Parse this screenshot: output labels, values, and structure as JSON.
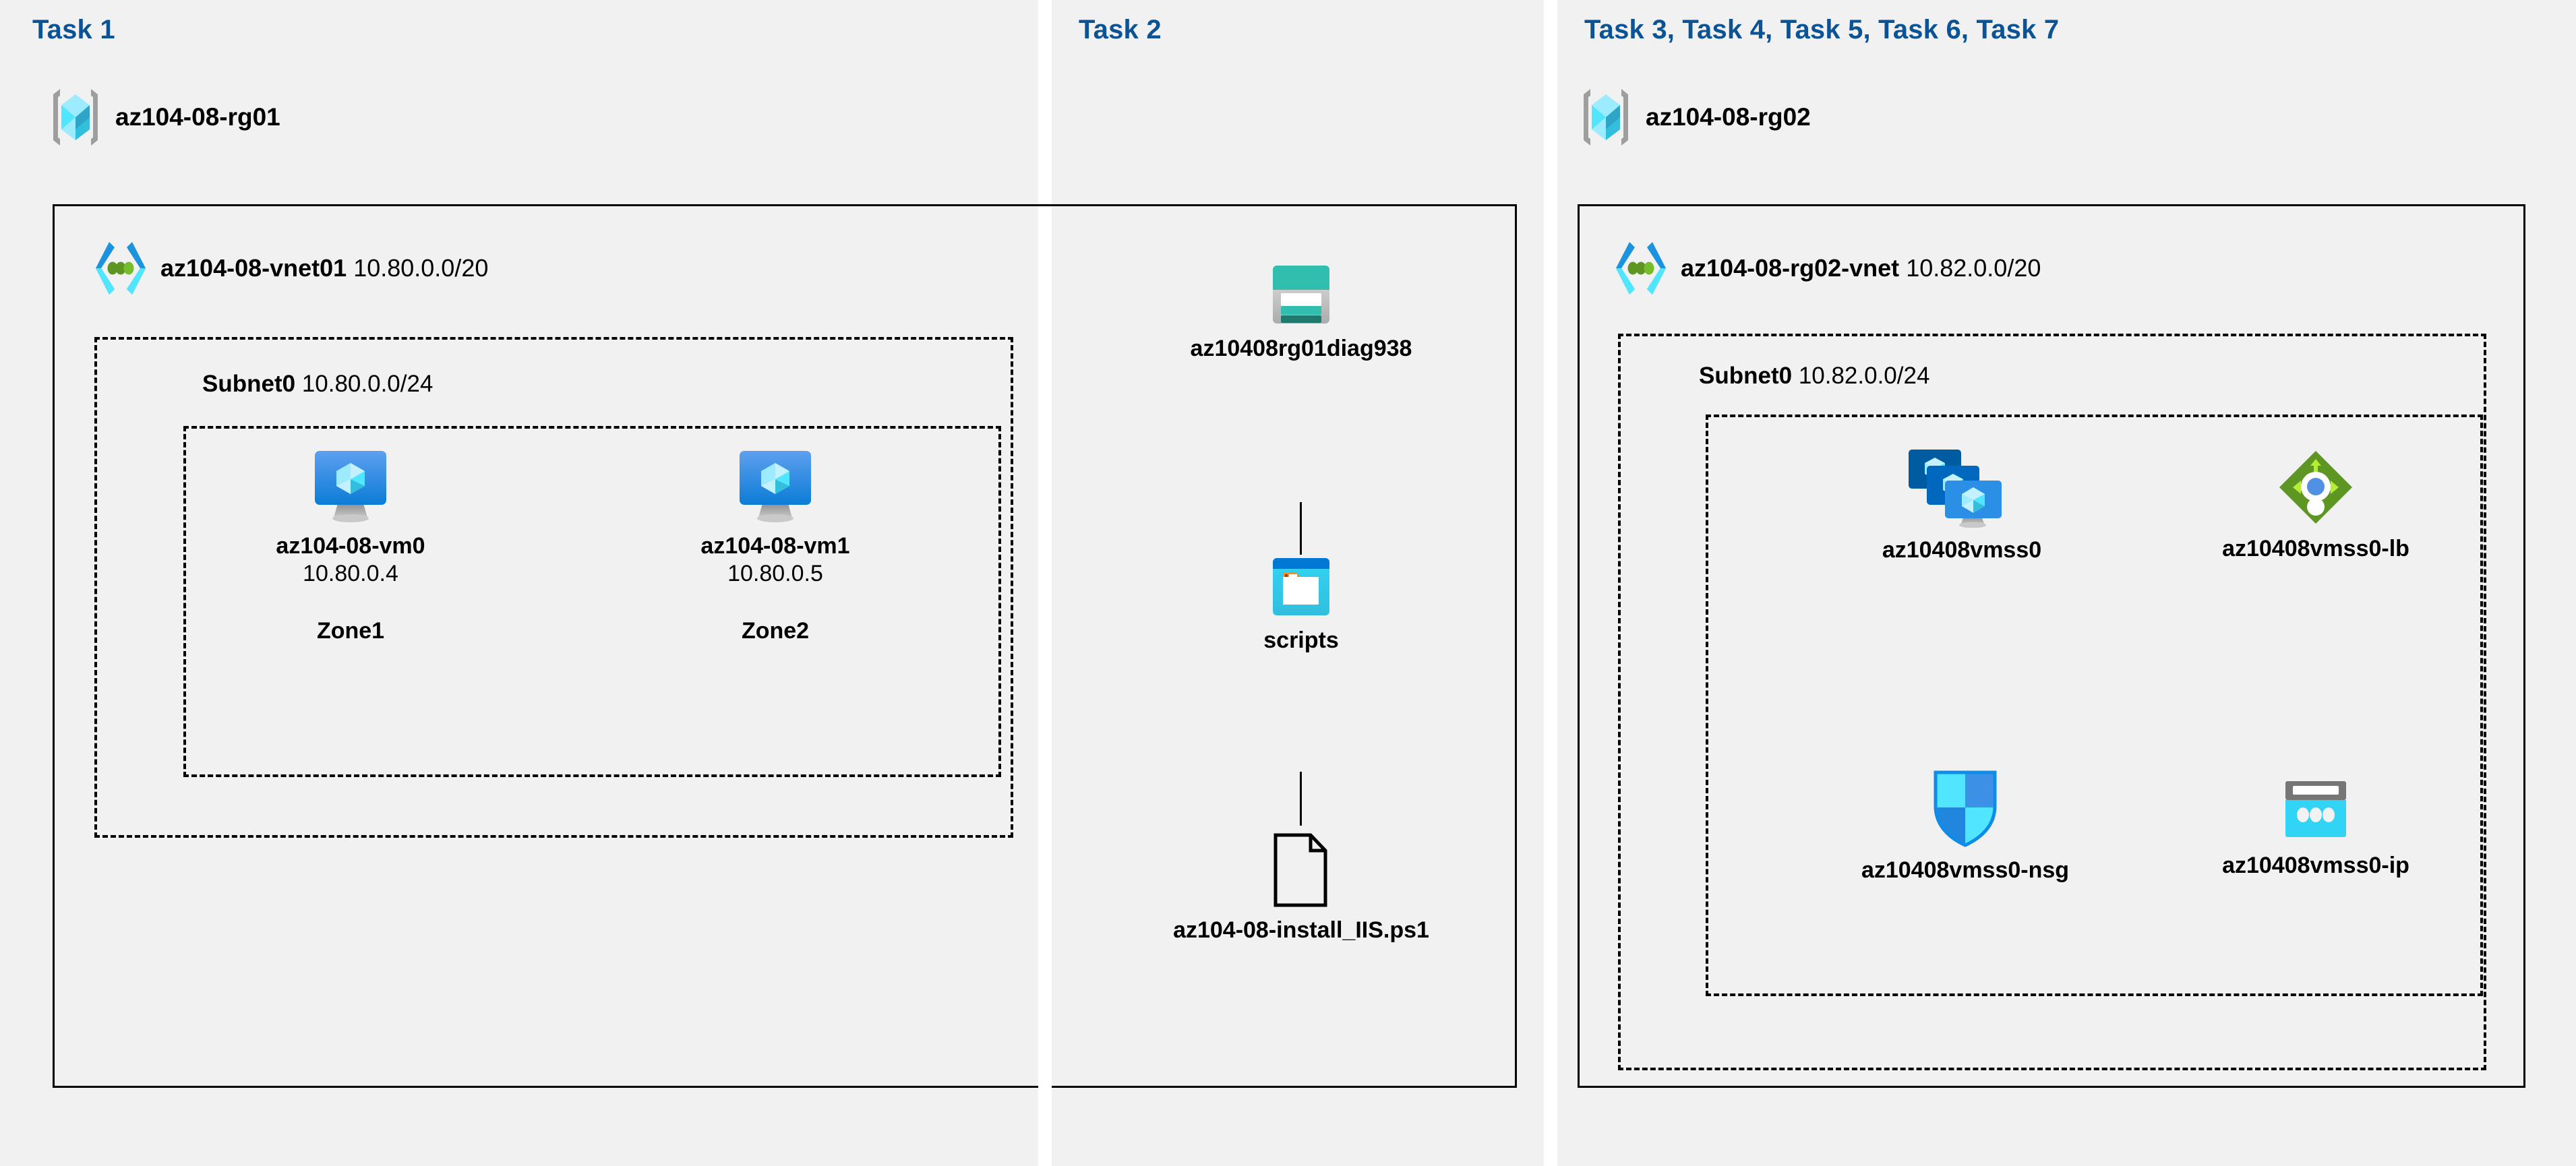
{
  "panels": [
    {
      "id": "task1",
      "title": "Task 1"
    },
    {
      "id": "task2",
      "title": "Task 2"
    },
    {
      "id": "task3",
      "title": "Task 3, Task 4, Task 5, Task 6, Task 7"
    }
  ],
  "colors": {
    "task_title": "#0B5394",
    "panel_background": "#f1f1f1",
    "page_background": "#ffffff",
    "border": "#000000",
    "azure_blue": "#0078D4",
    "azure_cyan": "#50E6FF",
    "storage_teal": "#32BEAF",
    "lb_green": "#5E9624",
    "nsg_blue": "#0078D4",
    "folder_orange": "#F78D1E",
    "stand_gray": "#A0A0A0"
  },
  "resource_groups": [
    {
      "name": "az104-08-rg01",
      "icon": "resource-group-icon"
    },
    {
      "name": "az104-08-rg02",
      "icon": "resource-group-icon"
    }
  ],
  "vnets": [
    {
      "name": "az104-08-vnet01",
      "cidr": "10.80.0.0/20",
      "icon": "virtual-network-icon"
    },
    {
      "name": "az104-08-rg02-vnet",
      "cidr": "10.82.0.0/20",
      "icon": "virtual-network-icon"
    }
  ],
  "subnets": [
    {
      "name": "Subnet0",
      "cidr": "10.80.0.0/24"
    },
    {
      "name": "Subnet0",
      "cidr": "10.82.0.0/24"
    }
  ],
  "vms": [
    {
      "name": "az104-08-vm0",
      "ip": "10.80.0.4",
      "zone": "Zone1",
      "icon": "virtual-machine-icon"
    },
    {
      "name": "az104-08-vm1",
      "ip": "10.80.0.5",
      "zone": "Zone2",
      "icon": "virtual-machine-icon"
    }
  ],
  "storage": {
    "account": {
      "name": "az10408rg01diag938",
      "icon": "storage-account-icon"
    },
    "container": {
      "name": "scripts",
      "icon": "blob-container-icon"
    },
    "file": {
      "name": "az104-08-install_IIS.ps1",
      "icon": "script-file-icon"
    }
  },
  "scale_set_resources": [
    {
      "name": "az10408vmss0",
      "icon": "vm-scale-set-icon"
    },
    {
      "name": "az10408vmss0-lb",
      "icon": "load-balancer-icon"
    },
    {
      "name": "az10408vmss0-nsg",
      "icon": "network-security-group-icon"
    },
    {
      "name": "az10408vmss0-ip",
      "icon": "public-ip-address-icon"
    }
  ]
}
